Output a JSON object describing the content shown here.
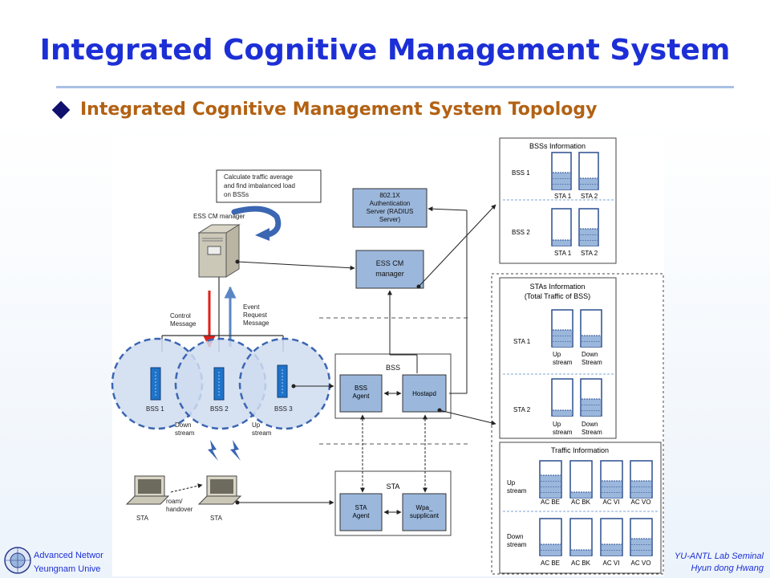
{
  "slide": {
    "title": "Integrated Cognitive Management System",
    "subtitle": "Integrated Cognitive Management System Topology"
  },
  "left": {
    "calc_note": [
      "Calculate traffic average",
      "and find imbalanced load",
      "on BSSs"
    ],
    "ess_cm_manager_label": "ESS CM manager",
    "control_message": [
      "Control",
      "Message"
    ],
    "event_request_message": [
      "Event",
      "Request",
      "Message"
    ],
    "bss_labels": [
      "BSS 1",
      "BSS 2",
      "BSS 3"
    ],
    "down_stream": [
      "Down",
      "stream"
    ],
    "up_stream": [
      "Up",
      "stream"
    ],
    "sta_label": "STA",
    "roam": [
      "roam/",
      "handover"
    ]
  },
  "middle": {
    "auth_server": [
      "802.1X",
      "Authentication",
      "Server (RADIUS",
      "Server)"
    ],
    "ess_cm_box": [
      "ESS CM",
      "manager"
    ],
    "bss_group": "BSS",
    "bss_agent": [
      "BSS",
      "Agent"
    ],
    "hostapd": "Hostapd",
    "sta_group": "STA",
    "sta_agent": [
      "STA",
      "Agent"
    ],
    "wpa": [
      "Wpa_",
      "supplicant"
    ]
  },
  "right": {
    "bss_info_title": "BSSs Information",
    "bss_rows": [
      "BSS 1",
      "BSS 2"
    ],
    "bss_cols": [
      "STA 1",
      "STA 2"
    ],
    "sta_info_title": [
      "STAs Information",
      "(Total Traffic of BSS)"
    ],
    "sta_rows": [
      "STA 1",
      "STA 2"
    ],
    "sta_cols_a": [
      "Up",
      "stream"
    ],
    "sta_cols_b": [
      "Down",
      "Stream"
    ],
    "traffic_title": "Traffic Information",
    "traffic_rows": [
      [
        "Up",
        "stream"
      ],
      [
        "Down",
        "stream"
      ]
    ],
    "ac_labels": [
      "AC BE",
      "AC BK",
      "AC VI",
      "AC VO"
    ]
  },
  "footer": {
    "left_line1": "Advanced Networ",
    "left_line2": "Yeungnam Unive",
    "right_line1": "YU-ANTL Lab Seminal",
    "right_line2": "Hyun dong Hwang"
  },
  "colors": {
    "title": "#1c2fd6",
    "subtitle": "#b26113",
    "box_fill": "#9bb7dc",
    "circle_fill": "#cfdcf0",
    "control_arrow": "#e0201a",
    "event_arrow": "#5b86c6"
  }
}
